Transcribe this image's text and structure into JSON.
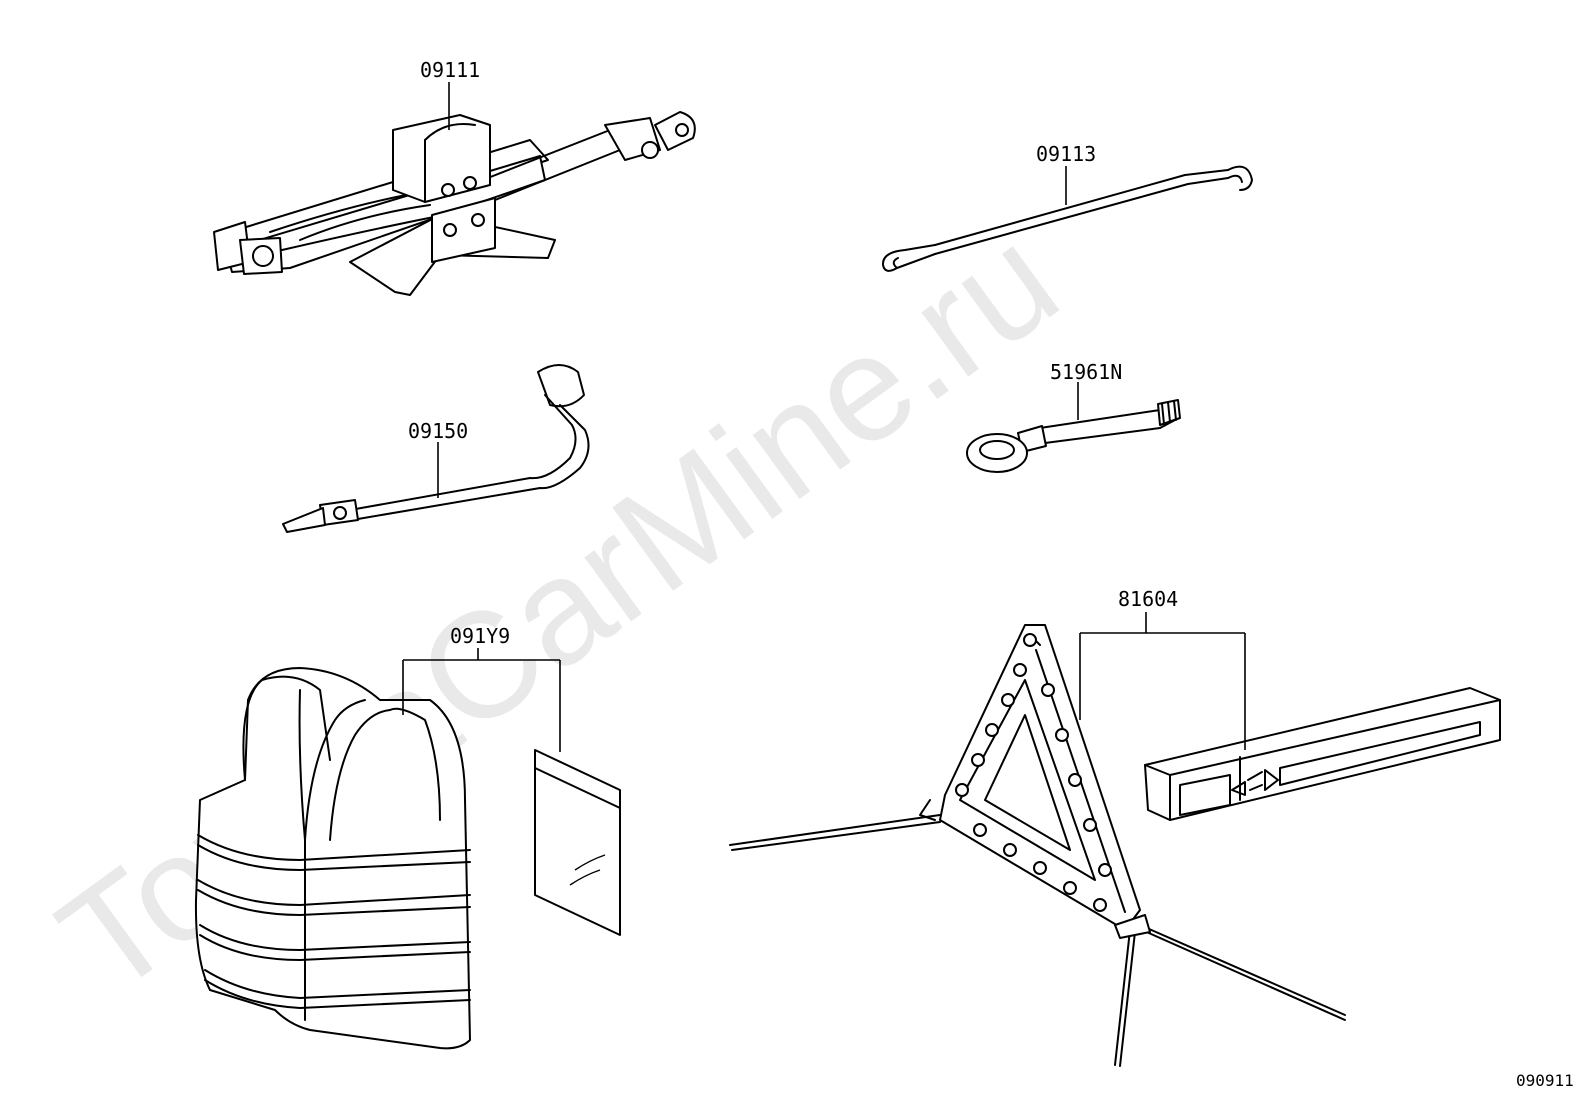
{
  "watermark": "ToyotaCarMine.ru",
  "diagram_ref": "090911",
  "parts": [
    {
      "id": "jack",
      "number": "09111"
    },
    {
      "id": "jack-handle",
      "number": "09113"
    },
    {
      "id": "wheel-wrench",
      "number": "09150"
    },
    {
      "id": "towing-eye",
      "number": "51961N"
    },
    {
      "id": "safety-vest",
      "number": "091Y9"
    },
    {
      "id": "warning-triangle",
      "number": "81604"
    }
  ]
}
